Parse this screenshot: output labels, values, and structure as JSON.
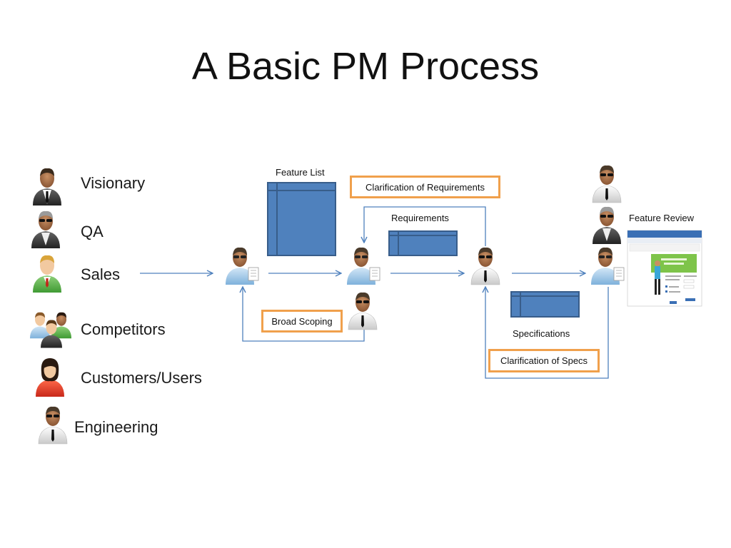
{
  "slide": {
    "title": "A Basic PM Process"
  },
  "stakeholders": [
    {
      "label": "Visionary",
      "icon": "businessman-icon"
    },
    {
      "label": "QA",
      "icon": "businessman-sunglasses-icon"
    },
    {
      "label": "Sales",
      "icon": "salesman-green-icon"
    },
    {
      "label": "Competitors",
      "icon": "group-of-people-icon"
    },
    {
      "label": "Customers/Users",
      "icon": "woman-icon"
    },
    {
      "label": "Engineering",
      "icon": "engineer-icon"
    }
  ],
  "diagram": {
    "feature_list_label": "Feature List",
    "clarification_requirements_label": "Clarification of Requirements",
    "requirements_label": "Requirements",
    "broad_scoping_label": "Broad Scoping",
    "specifications_label": "Specifications",
    "clarification_specs_label": "Clarification of Specs",
    "feature_review_label": "Feature Review"
  },
  "colors": {
    "doc_fill": "#4f81bd",
    "doc_stroke": "#385d8a",
    "arrow": "#4f81bd",
    "highlight_border": "#f0a04c"
  }
}
